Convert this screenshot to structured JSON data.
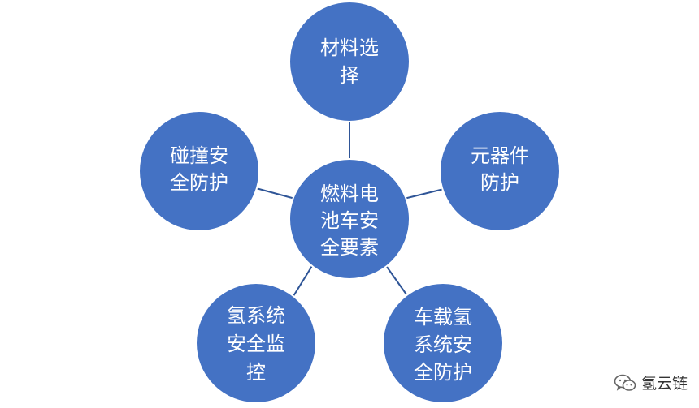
{
  "diagram": {
    "center": {
      "lines": [
        "燃料电",
        "池车安",
        "全要素"
      ]
    },
    "nodes": [
      {
        "id": "material",
        "lines": [
          "材料选",
          "择"
        ]
      },
      {
        "id": "components",
        "lines": [
          "元器件",
          "防护"
        ]
      },
      {
        "id": "onboard",
        "lines": [
          "车载氢",
          "系统安",
          "全防护"
        ]
      },
      {
        "id": "monitor",
        "lines": [
          "氢系统",
          "安全监",
          "控"
        ]
      },
      {
        "id": "collision",
        "lines": [
          "碰撞安",
          "全防护"
        ]
      }
    ],
    "colors": {
      "fill": "#4472c4",
      "connector": "#2f5597",
      "text": "#ffffff"
    }
  },
  "watermark": {
    "text": "氢云链",
    "icon": "wechat-icon"
  }
}
